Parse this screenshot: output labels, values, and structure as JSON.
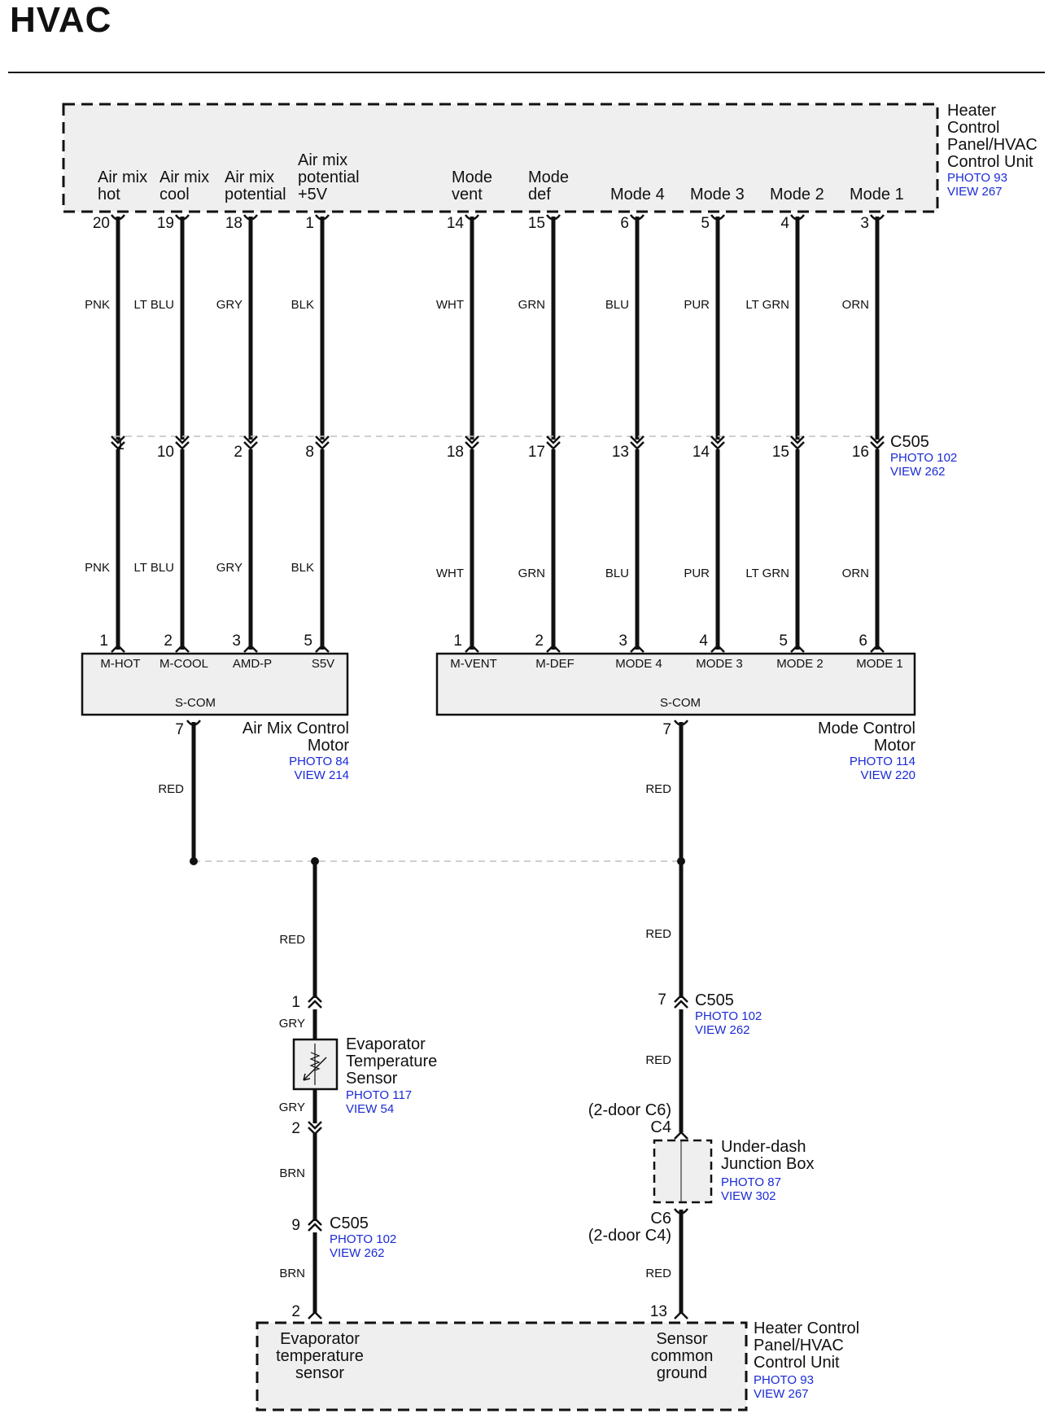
{
  "header": {
    "title": "HVAC"
  },
  "top_unit": {
    "name": "Heater\nControl\nPanel/HVAC\nControl Unit",
    "photo": "PHOTO 93",
    "view": "VIEW 267",
    "terminals": [
      {
        "label": "Air mix\nhot",
        "pin": "20",
        "wire": "PNK"
      },
      {
        "label": "Air mix\ncool",
        "pin": "19",
        "wire": "LT BLU"
      },
      {
        "label": "Air mix\npotential",
        "pin": "18",
        "wire": "GRY"
      },
      {
        "label": "Air mix\npotential\n+5V",
        "pin": "1",
        "wire": "BLK"
      },
      {
        "label": "Mode\nvent",
        "pin": "14",
        "wire": "WHT"
      },
      {
        "label": "Mode\ndef",
        "pin": "15",
        "wire": "GRN"
      },
      {
        "label": "Mode 4",
        "pin": "6",
        "wire": "BLU"
      },
      {
        "label": "Mode 3",
        "pin": "5",
        "wire": "PUR"
      },
      {
        "label": "Mode 2",
        "pin": "4",
        "wire": "LT GRN"
      },
      {
        "label": "Mode 1",
        "pin": "3",
        "wire": "ORN"
      }
    ]
  },
  "c505_top": {
    "name": "C505",
    "photo": "PHOTO 102",
    "view": "VIEW 262",
    "pins": [
      "1",
      "10",
      "2",
      "8",
      "18",
      "17",
      "13",
      "14",
      "15",
      "16"
    ],
    "wires": [
      "PNK",
      "LT BLU",
      "GRY",
      "BLK",
      "WHT",
      "GRN",
      "BLU",
      "PUR",
      "LT GRN",
      "ORN"
    ]
  },
  "air_mix_motor": {
    "name": "Air Mix Control\nMotor",
    "photo": "PHOTO 84",
    "view": "VIEW 214",
    "pins": [
      "1",
      "2",
      "3",
      "5"
    ],
    "terminals": [
      "M-HOT",
      "M-COOL",
      "AMD-P",
      "S5V"
    ],
    "common": "S-COM",
    "common_pin": "7",
    "common_wire": "RED"
  },
  "mode_motor": {
    "name": "Mode Control\nMotor",
    "photo": "PHOTO 114",
    "view": "VIEW 220",
    "pins": [
      "1",
      "2",
      "3",
      "4",
      "5",
      "6"
    ],
    "terminals": [
      "M-VENT",
      "M-DEF",
      "MODE 4",
      "MODE 3",
      "MODE 2",
      "MODE 1"
    ],
    "common": "S-COM",
    "common_pin": "7",
    "common_wire": "RED"
  },
  "left_branch": {
    "wire_top": "RED",
    "pin_top": "1",
    "wire_gry_top": "GRY",
    "sensor": {
      "name": "Evaporator\nTemperature\nSensor",
      "photo": "PHOTO 117",
      "view": "VIEW 54"
    },
    "wire_gry_bottom": "GRY",
    "pin_bottom": "2",
    "wire_brn_1": "BRN",
    "c505": {
      "pin": "9",
      "name": "C505",
      "photo": "PHOTO 102",
      "view": "VIEW 262"
    },
    "wire_brn_2": "BRN",
    "unit_pin": "2"
  },
  "right_branch": {
    "wire_top": "RED",
    "c505": {
      "pin": "7",
      "name": "C505",
      "photo": "PHOTO 102",
      "view": "VIEW 262"
    },
    "wire_mid": "RED",
    "junction_box": {
      "top_conn": "(2-door C6)\nC4",
      "name": "Under-dash\nJunction Box",
      "photo": "PHOTO 87",
      "view": "VIEW 302",
      "bottom_conn": "C6\n(2-door C4)"
    },
    "wire_bottom": "RED",
    "unit_pin": "13"
  },
  "bottom_unit": {
    "left_terminal": "Evaporator\ntemperature\nsensor",
    "right_terminal": "Sensor\ncommon\nground",
    "name": "Heater Control\nPanel/HVAC\nControl Unit",
    "photo": "PHOTO 93",
    "view": "VIEW 267"
  },
  "colors": {
    "wire": "#111111",
    "reference_text": "#1a2ad6",
    "box_fill": "#efefef",
    "dashed_link": "#bfbfbf"
  }
}
